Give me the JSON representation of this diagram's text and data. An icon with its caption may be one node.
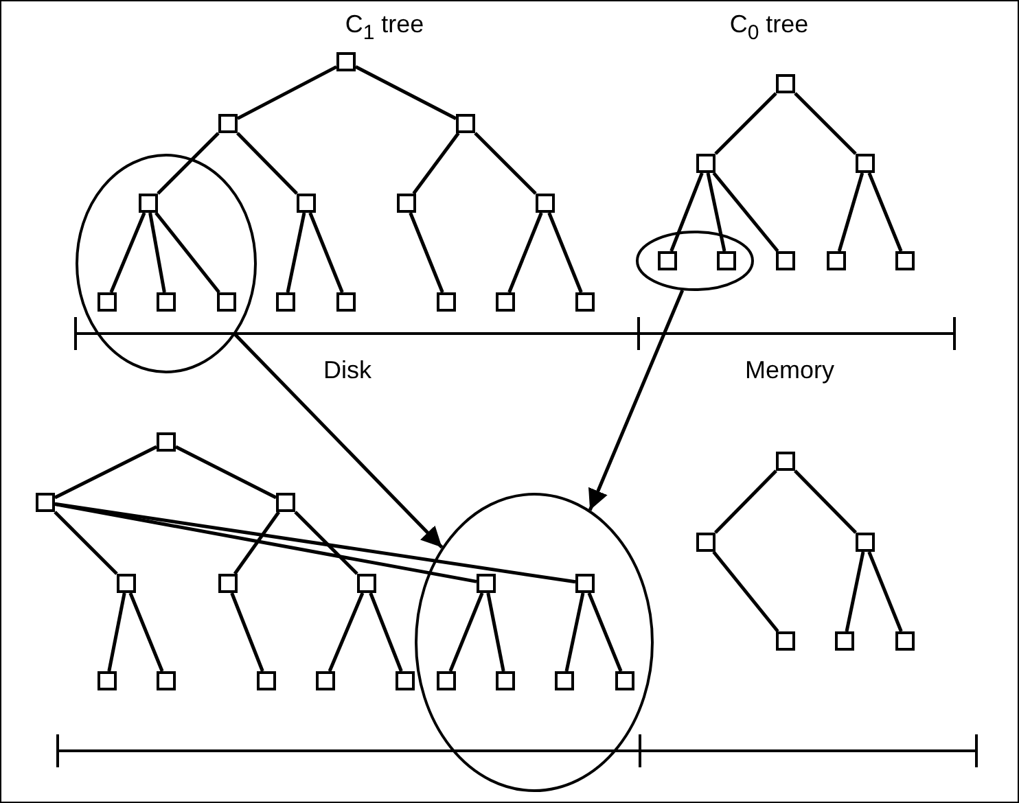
{
  "diagram": {
    "nodes": [
      {
        "text": [],
        "shape": "box"
      },
      {
        "text": [],
        "shape": "box"
      },
      {
        "text": [],
        "shape": "box"
      },
      {
        "text": [],
        "shape": "ellipse"
      },
      {
        "text": [],
        "shape": "box",
        "in": 3
      },
      {
        "text": [],
        "shape": "box"
      },
      {
        "text": [],
        "shape": "box"
      },
      {
        "text": [],
        "shape": "box"
      },
      {
        "text": [],
        "shape": "box",
        "in": 3
      },
      {
        "text": [],
        "shape": "box",
        "in": 3
      },
      {
        "text": [],
        "shape": "box",
        "in": 3
      },
      {
        "text": [],
        "shape": "box"
      },
      {
        "text": [],
        "shape": "box"
      },
      {
        "text": [],
        "shape": "box"
      },
      {
        "text": [],
        "shape": "box"
      },
      {
        "text": [],
        "shape": "box"
      },
      {
        "text": [],
        "shape": "box"
      },
      {
        "text": [],
        "shape": "box"
      },
      {
        "text": [],
        "shape": "box"
      },
      {
        "text": [],
        "shape": "ellipse"
      },
      {
        "text": [],
        "shape": "box",
        "in": 19
      },
      {
        "text": [],
        "shape": "box",
        "in": 19
      },
      {
        "text": [],
        "shape": "box"
      },
      {
        "text": [],
        "shape": "box"
      },
      {
        "text": [],
        "shape": "box"
      },
      {
        "text": [],
        "shape": "box"
      },
      {
        "text": [],
        "shape": "box"
      },
      {
        "text": [],
        "shape": "box"
      },
      {
        "text": [],
        "shape": "ellipse"
      },
      {
        "text": [],
        "shape": "box"
      },
      {
        "text": [],
        "shape": "box"
      },
      {
        "text": [],
        "shape": "box"
      },
      {
        "text": [],
        "shape": "box",
        "in": 28
      },
      {
        "text": [],
        "shape": "box",
        "in": 28
      },
      {
        "text": [],
        "shape": "box"
      },
      {
        "text": [],
        "shape": "box"
      },
      {
        "text": [],
        "shape": "box"
      },
      {
        "text": [],
        "shape": "box"
      },
      {
        "text": [],
        "shape": "box"
      },
      {
        "text": [],
        "shape": "box",
        "in": 28
      },
      {
        "text": [],
        "shape": "box",
        "in": 28
      },
      {
        "text": [],
        "shape": "box",
        "in": 28
      },
      {
        "text": [],
        "shape": "box",
        "in": 28
      },
      {
        "text": [],
        "shape": "box"
      },
      {
        "text": [],
        "shape": "box"
      },
      {
        "text": [],
        "shape": "box"
      },
      {
        "text": [],
        "shape": "box"
      },
      {
        "text": [],
        "shape": "box"
      },
      {
        "text": [],
        "shape": "box"
      }
    ],
    "edges": [
      {
        "from": 0,
        "to": 1,
        "arrow": "none"
      },
      {
        "from": 0,
        "to": 2,
        "arrow": "none"
      },
      {
        "from": 1,
        "to": 4,
        "arrow": "none"
      },
      {
        "from": 1,
        "to": 5,
        "arrow": "none"
      },
      {
        "from": 2,
        "to": 6,
        "arrow": "none"
      },
      {
        "from": 2,
        "to": 7,
        "arrow": "none"
      },
      {
        "from": 4,
        "to": 8,
        "arrow": "none"
      },
      {
        "from": 4,
        "to": 9,
        "arrow": "none"
      },
      {
        "from": 4,
        "to": 10,
        "arrow": "none"
      },
      {
        "from": 5,
        "to": 11,
        "arrow": "none"
      },
      {
        "from": 5,
        "to": 12,
        "arrow": "none"
      },
      {
        "from": 6,
        "to": 13,
        "arrow": "none"
      },
      {
        "from": 7,
        "to": 14,
        "arrow": "none"
      },
      {
        "from": 7,
        "to": 15,
        "arrow": "none"
      },
      {
        "from": 16,
        "to": 17,
        "arrow": "none"
      },
      {
        "from": 16,
        "to": 18,
        "arrow": "none"
      },
      {
        "from": 17,
        "to": 20,
        "arrow": "none"
      },
      {
        "from": 17,
        "to": 21,
        "arrow": "none"
      },
      {
        "from": 17,
        "to": 22,
        "arrow": "none"
      },
      {
        "from": 18,
        "to": 23,
        "arrow": "none"
      },
      {
        "from": 18,
        "to": 24,
        "arrow": "none"
      },
      {
        "from": 25,
        "to": 26,
        "arrow": "none"
      },
      {
        "from": 25,
        "to": 27,
        "arrow": "none"
      },
      {
        "from": 26,
        "to": 29,
        "arrow": "none"
      },
      {
        "from": 26,
        "to": 32,
        "arrow": "none"
      },
      {
        "from": 26,
        "to": 33,
        "arrow": "none"
      },
      {
        "from": 27,
        "to": 30,
        "arrow": "none"
      },
      {
        "from": 27,
        "to": 31,
        "arrow": "none"
      },
      {
        "from": 29,
        "to": 34,
        "arrow": "none"
      },
      {
        "from": 29,
        "to": 35,
        "arrow": "none"
      },
      {
        "from": 30,
        "to": 36,
        "arrow": "none"
      },
      {
        "from": 31,
        "to": 37,
        "arrow": "none"
      },
      {
        "from": 31,
        "to": 38,
        "arrow": "none"
      },
      {
        "from": 32,
        "to": 39,
        "arrow": "none"
      },
      {
        "from": 32,
        "to": 40,
        "arrow": "none"
      },
      {
        "from": 33,
        "to": 41,
        "arrow": "none"
      },
      {
        "from": 33,
        "to": 42,
        "arrow": "none"
      },
      {
        "from": 43,
        "to": 44,
        "arrow": "none"
      },
      {
        "from": 43,
        "to": 45,
        "arrow": "none"
      },
      {
        "from": 44,
        "to": 46,
        "arrow": "none"
      },
      {
        "from": 45,
        "to": 47,
        "arrow": "none"
      },
      {
        "from": 45,
        "to": 48,
        "arrow": "none"
      },
      {
        "from": 3,
        "to": 28,
        "arrow": "to"
      },
      {
        "from": 19,
        "to": 28,
        "arrow": "to"
      }
    ],
    "labels": [
      "C$_{1}$ tree",
      "C$_{0}$ tree",
      "Disk",
      "Memory"
    ]
  }
}
